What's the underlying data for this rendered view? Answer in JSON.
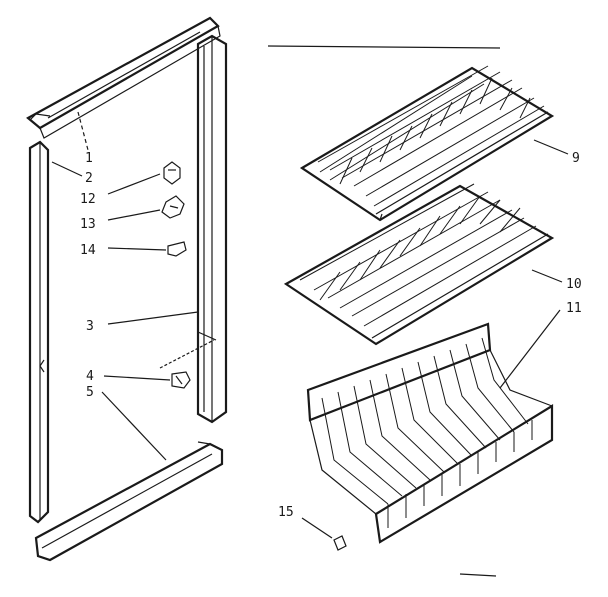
{
  "diagram": {
    "part_labels": {
      "p1": "1",
      "p2": "2",
      "p3": "3",
      "p4": "4",
      "p5": "5",
      "p9": "9",
      "p10": "10",
      "p11": "11",
      "p12": "12",
      "p13": "13",
      "p14": "14",
      "p15": "15"
    }
  }
}
